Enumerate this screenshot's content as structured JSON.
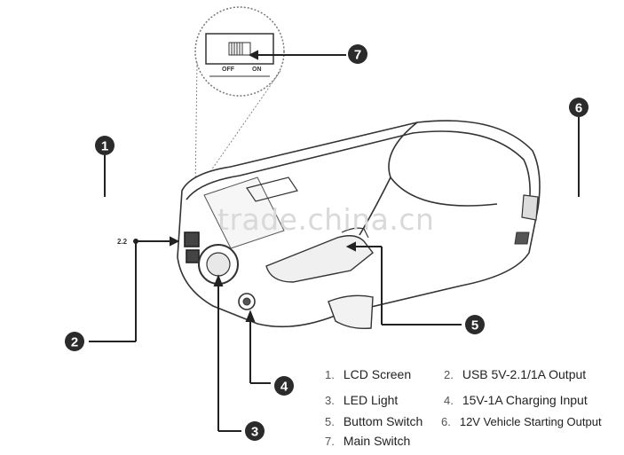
{
  "watermark": "trade.china.cn",
  "zoom_labels": {
    "off": "OFF",
    "on": "ON"
  },
  "port_label": "2.2",
  "callouts": [
    "1",
    "2",
    "3",
    "4",
    "5",
    "6",
    "7"
  ],
  "legend": [
    {
      "num": "1.",
      "label": "LCD Screen"
    },
    {
      "num": "2.",
      "label": "USB 5V-2.1/1A Output"
    },
    {
      "num": "3.",
      "label": "LED Light"
    },
    {
      "num": "4.",
      "label": "15V-1A Charging Input"
    },
    {
      "num": "5.",
      "label": "Buttom Switch"
    },
    {
      "num": "6.",
      "label": "12V Vehicle Starting Output"
    },
    {
      "num": "7.",
      "label": "Main Switch"
    }
  ],
  "colors": {
    "line": "#222222",
    "badge": "#2b2b2b",
    "watermark": "#d9d9d9"
  }
}
